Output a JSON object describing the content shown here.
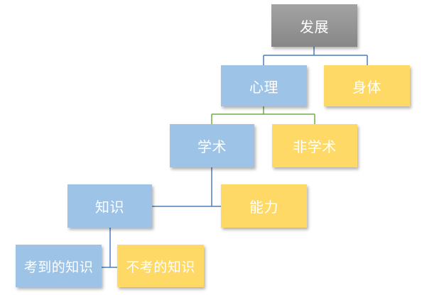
{
  "colors": {
    "root": "#8c8c8c",
    "blue_box": "#9dc3e6",
    "gold_box": "#ffd966",
    "blue_line": "#4a7ebb",
    "green_line": "#70ad47"
  },
  "nodes": {
    "root": "发展",
    "psych": "心理",
    "body": "身体",
    "academic": "学术",
    "non_academic": "非学术",
    "knowledge": "知识",
    "ability": "能力",
    "tested": "考到的知识",
    "untested": "不考的知识"
  }
}
